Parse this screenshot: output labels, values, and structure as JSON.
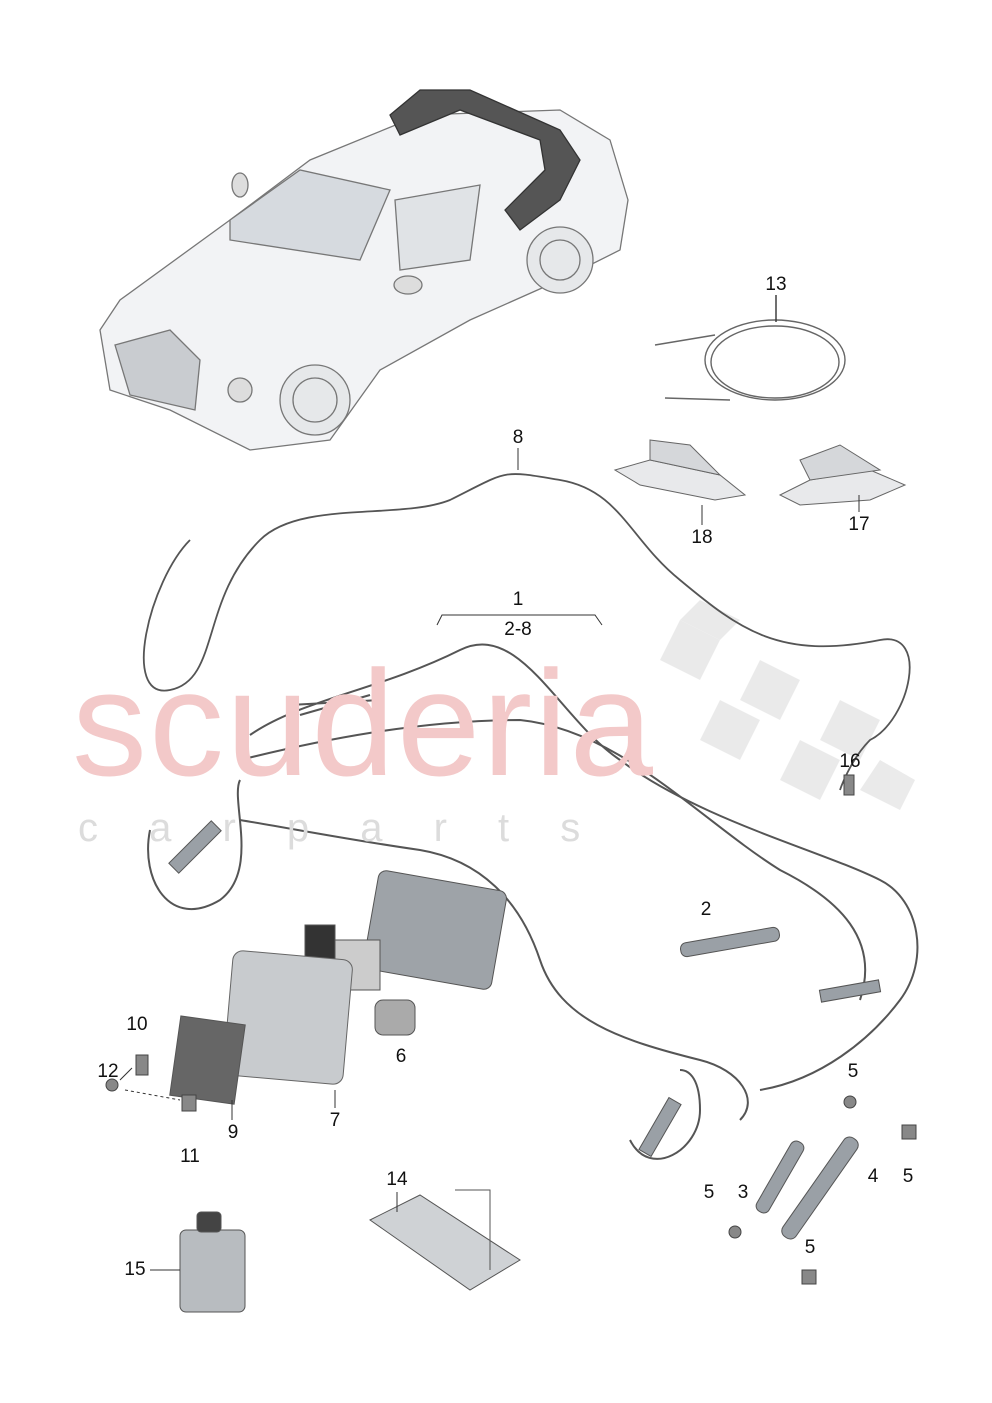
{
  "watermark": {
    "brand": "scuderia",
    "sub": "c a r p a r t s",
    "brand_color": "#f3c9c9"
  },
  "callouts": [
    {
      "id": "13",
      "text": "13"
    },
    {
      "id": "18",
      "text": "18"
    },
    {
      "id": "17",
      "text": "17"
    },
    {
      "id": "8",
      "text": "8"
    },
    {
      "id": "1",
      "text": "1"
    },
    {
      "id": "2-8",
      "text": "2-8"
    },
    {
      "id": "16",
      "text": "16"
    },
    {
      "id": "2",
      "text": "2"
    },
    {
      "id": "6",
      "text": "6"
    },
    {
      "id": "10",
      "text": "10"
    },
    {
      "id": "12",
      "text": "12"
    },
    {
      "id": "9",
      "text": "9"
    },
    {
      "id": "7",
      "text": "7"
    },
    {
      "id": "11",
      "text": "11"
    },
    {
      "id": "5a",
      "text": "5"
    },
    {
      "id": "5b",
      "text": "5"
    },
    {
      "id": "4",
      "text": "4"
    },
    {
      "id": "3",
      "text": "3"
    },
    {
      "id": "5c",
      "text": "5"
    },
    {
      "id": "5d",
      "text": "5"
    },
    {
      "id": "14",
      "text": "14"
    },
    {
      "id": "15",
      "text": "15"
    }
  ]
}
